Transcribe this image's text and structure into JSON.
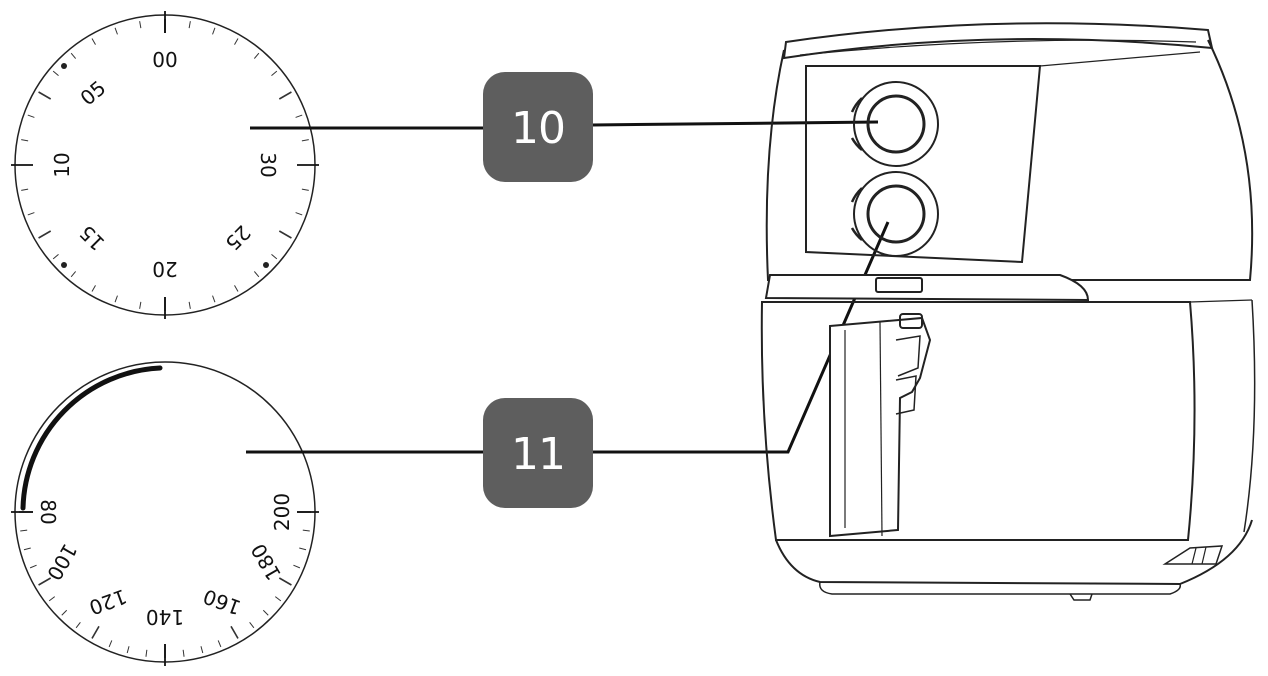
{
  "timer_dial": {
    "labels": [
      "00",
      "05",
      "10",
      "15",
      "20",
      "25",
      "30"
    ]
  },
  "temperature_dial": {
    "labels": [
      "80",
      "100",
      "120",
      "140",
      "160",
      "180",
      "200"
    ]
  },
  "callouts": [
    {
      "number": "10",
      "target": "timer-knob"
    },
    {
      "number": "11",
      "target": "temperature-knob"
    }
  ],
  "colors": {
    "callout_fill": "#5e5e5e",
    "callout_text": "#ffffff",
    "line": "#111111",
    "background": "#ffffff"
  }
}
